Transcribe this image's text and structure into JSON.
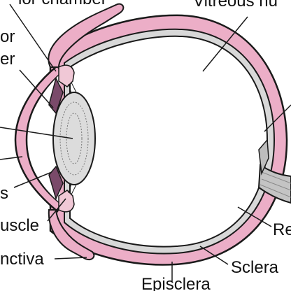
{
  "labels": {
    "anterior_chamber": "ior chamber",
    "vitreous_humor": "Vitreous hu",
    "posterior_chamber_line1": "or",
    "posterior_chamber_line2": "er",
    "ciliary_muscle": "uscle",
    "iris": "s",
    "conjunctiva": "nctiva",
    "retina": "Re",
    "sclera": "Sclera",
    "episclera": "Episclera"
  },
  "colors": {
    "outline": "#1a1a1a",
    "sclera_pink": "#ecaec7",
    "lens_gray": "#dcdcdc",
    "nerve_gray": "#c4c4c4",
    "background": "#ffffff"
  }
}
